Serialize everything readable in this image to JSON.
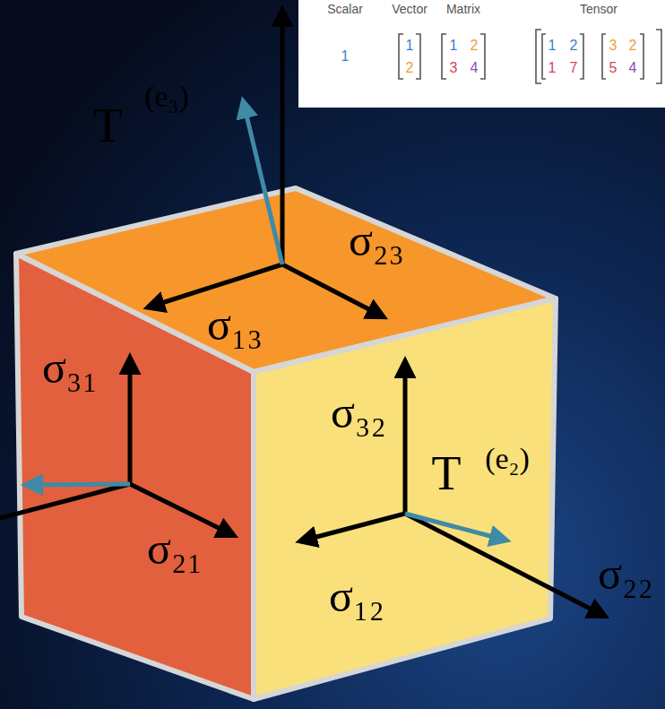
{
  "diagram": {
    "labels": [
      "Scalar",
      "Vector",
      "Matrix",
      "Tensor",
      "1",
      "1",
      "2",
      "1",
      "2",
      "3",
      "4",
      "1",
      "2",
      "1",
      "7",
      "3",
      "2",
      "5",
      "4",
      "T",
      "(e₃)",
      "σ₂₃",
      "σ₁₃",
      "σ₃₁",
      "σ₃₂",
      "T",
      "(e₂)",
      "σ₂₁",
      "σ₁₂",
      "σ₂₂"
    ]
  }
}
